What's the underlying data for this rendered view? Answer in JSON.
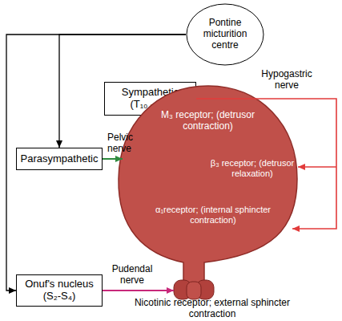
{
  "diagram": {
    "nodes": [
      {
        "text": [
          "Pontine micturition centre"
        ]
      },
      {
        "text": [
          "Sympathetic (T₁₀ - L₂)"
        ]
      },
      {
        "text": [
          "Parasympathetic"
        ]
      },
      {
        "text": [
          "M₃ receptor; (detrusor contraction)",
          "β₃ receptor; (detrusor relaxation)",
          "α₁receptor; (internal sphincter contraction)"
        ]
      },
      {
        "text": [
          "Onuf's nucleus (S₂-S₄)"
        ]
      }
    ],
    "edges": [
      {
        "from": 0,
        "to": 2,
        "arrow": "to"
      },
      {
        "from": 0,
        "to": 4,
        "arrow": "to"
      },
      {
        "from": 2,
        "to": 3,
        "arrow": "to",
        "label": "Pelvic nerve"
      },
      {
        "from": 1,
        "to": 3,
        "arrow": "to",
        "label": "Hypogastric nerve"
      },
      {
        "from": 4,
        "to": 3,
        "arrow": "to",
        "label": "Pudendal nerve"
      }
    ],
    "labels": [
      "Nicotinic receptor; external sphincter contraction"
    ]
  }
}
